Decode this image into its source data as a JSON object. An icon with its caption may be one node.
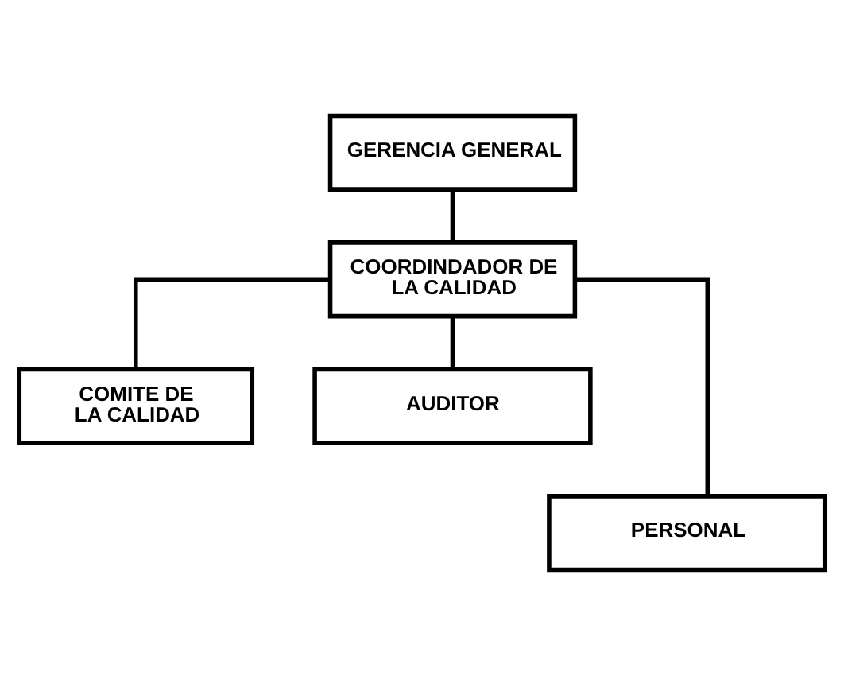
{
  "diagram": {
    "nodes": [
      {
        "text": [
          "GERENCIA GENERAL"
        ]
      },
      {
        "text": [
          "COORDINDADOR DE LA CALIDAD"
        ]
      },
      {
        "text": [
          "COMITE DE LA CALIDAD"
        ]
      },
      {
        "text": [
          "AUDITOR"
        ]
      },
      {
        "text": [
          "PERSONAL"
        ]
      }
    ],
    "edges": [
      {
        "from": 0,
        "to": 1,
        "arrow": "none"
      },
      {
        "from": 1,
        "to": 2,
        "arrow": "none"
      },
      {
        "from": 1,
        "to": 3,
        "arrow": "none"
      },
      {
        "from": 1,
        "to": 4,
        "arrow": "none"
      }
    ]
  }
}
